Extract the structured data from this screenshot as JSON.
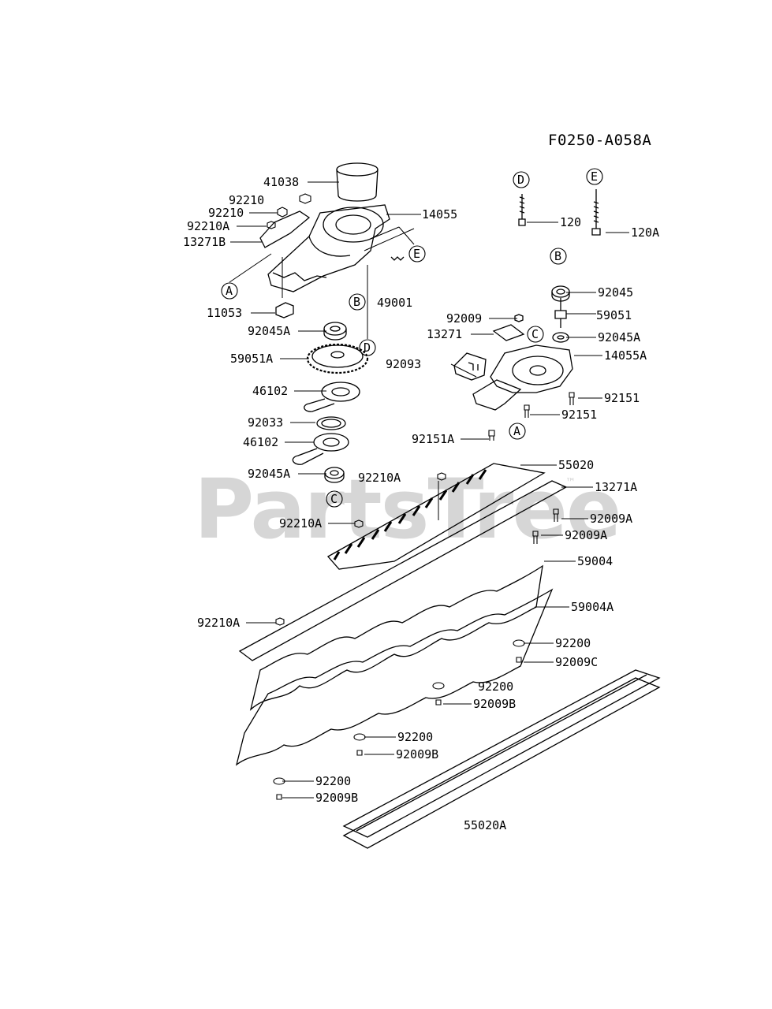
{
  "diagram_code": "F0250-A058A",
  "watermark": "PartsTree",
  "watermark_tm": "™",
  "callouts": {
    "A": "A",
    "B": "B",
    "C": "C",
    "D": "D",
    "E": "E"
  },
  "labels": {
    "p41038": "41038",
    "p92210_a": "92210",
    "p92210_b": "92210",
    "p92210A_top": "92210A",
    "p13271B": "13271B",
    "p14055": "14055",
    "p49001": "49001",
    "p11053": "11053",
    "p92045A_left": "92045A",
    "p59051A": "59051A",
    "p46102_a": "46102",
    "p92033": "92033",
    "p46102_b": "46102",
    "p92045A_low": "92045A",
    "p92210A_mid": "92210A",
    "p92210A_blade": "92210A",
    "p120": "120",
    "p120A": "120A",
    "p92045": "92045",
    "p59051": "59051",
    "p92009": "92009",
    "p13271": "13271",
    "p92045A_right": "92045A",
    "p14055A": "14055A",
    "p92093": "92093",
    "p92151_a": "92151",
    "p92151_b": "92151",
    "p92151A": "92151A",
    "p55020": "55020",
    "p13271A": "13271A",
    "p92009A_a": "92009A",
    "p92009A_b": "92009A",
    "p59004": "59004",
    "p59004A": "59004A",
    "p92210A_left": "92210A",
    "p92200_a": "92200",
    "p92009C": "92009C",
    "p92200_b": "92200",
    "p92009B_a": "92009B",
    "p92200_c": "92200",
    "p92009B_b": "92009B",
    "p92200_d": "92200",
    "p92009B_c": "92009B",
    "p55020A": "55020A"
  }
}
